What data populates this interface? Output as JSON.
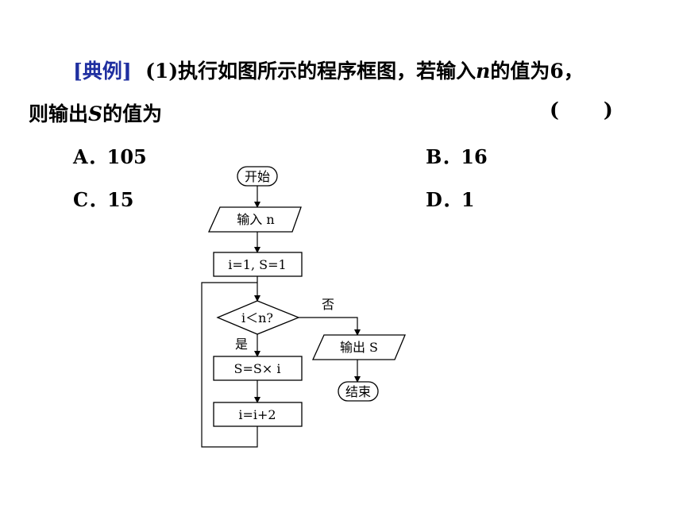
{
  "question": {
    "tag": "[典例]",
    "part": "(1)",
    "line1_before_n": "执行如图所示的程序框图，若输入",
    "var_n": "n",
    "line1_after_n": "的值为6，",
    "line2_before_s": "则输出",
    "var_s": "S",
    "line2_after_s": "的值为",
    "paren_open": "(",
    "paren_close": ")"
  },
  "options": [
    {
      "letter": "A．",
      "value": "105"
    },
    {
      "letter": "B．",
      "value": "16"
    },
    {
      "letter": "C．",
      "value": "15"
    },
    {
      "letter": "D．",
      "value": "1"
    }
  ],
  "flowchart": {
    "start": "开始",
    "input": "输入 n",
    "init": "i=1, S=1",
    "condition": "i＜n?",
    "no_label": "否",
    "yes_label": "是",
    "output": "输出 S",
    "multiply": "S=S× i",
    "increment": "i=i+2",
    "end": "结束"
  }
}
